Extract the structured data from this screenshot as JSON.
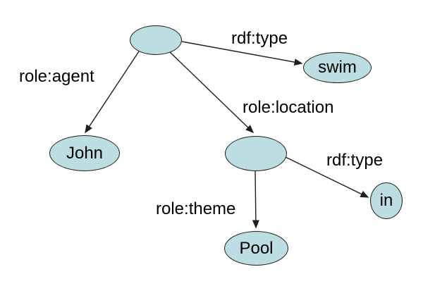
{
  "diagram": {
    "description": "RDF graph of an event: blank node with rdf:type swim, role:agent John, role:location blank node with rdf:type in and role:theme Pool",
    "colors": {
      "background": "#ffffff",
      "node_fill": "#bcdde2",
      "node_stroke": "#1f1f1f",
      "edge_stroke": "#1f1f1f",
      "text": "#000000"
    },
    "nodes": [
      {
        "id": "blank-event",
        "label": ""
      },
      {
        "id": "swim",
        "label": "swim"
      },
      {
        "id": "john",
        "label": "John"
      },
      {
        "id": "blank-location",
        "label": ""
      },
      {
        "id": "in",
        "label": "in"
      },
      {
        "id": "pool",
        "label": "Pool"
      }
    ],
    "edges": [
      {
        "from": "blank-event",
        "to": "swim",
        "label": "rdf:type"
      },
      {
        "from": "blank-event",
        "to": "john",
        "label": "role:agent"
      },
      {
        "from": "blank-event",
        "to": "blank-location",
        "label": "role:location"
      },
      {
        "from": "blank-location",
        "to": "in",
        "label": "rdf:type"
      },
      {
        "from": "blank-location",
        "to": "pool",
        "label": "role:theme"
      }
    ]
  }
}
